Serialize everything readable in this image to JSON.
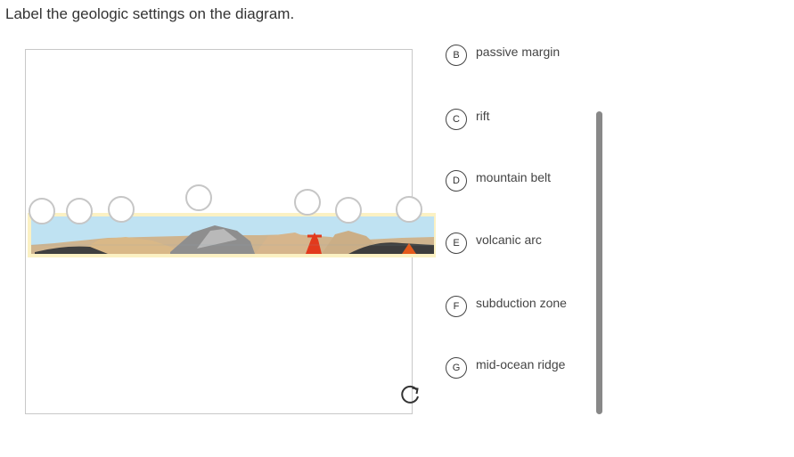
{
  "prompt": "Label the geologic settings on the diagram.",
  "labels": [
    {
      "letter": "B",
      "text": "passive margin"
    },
    {
      "letter": "C",
      "text": "rift"
    },
    {
      "letter": "D",
      "text": "mountain belt"
    },
    {
      "letter": "E",
      "text": "volcanic arc"
    },
    {
      "letter": "F",
      "text": "subduction zone"
    },
    {
      "letter": "G",
      "text": "mid-ocean ridge"
    }
  ],
  "icons": {
    "reset": "reset-icon"
  }
}
